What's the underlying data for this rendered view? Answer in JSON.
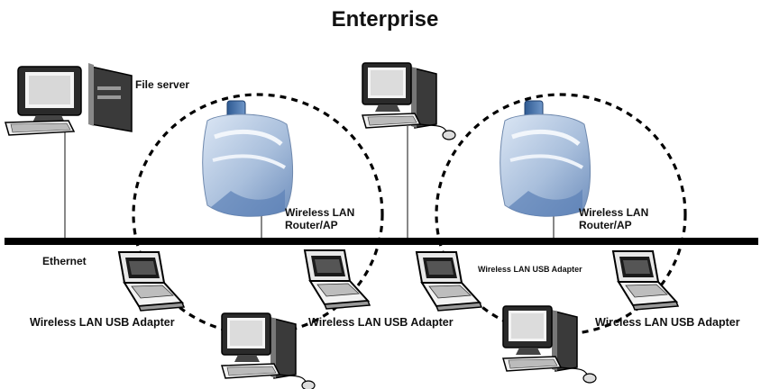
{
  "title": "Enterprise",
  "labels": {
    "file_server": "File server",
    "ethernet": "Ethernet",
    "router_left": [
      "Wireless LAN",
      "Router/AP"
    ],
    "router_right": [
      "Wireless LAN",
      "Router/AP"
    ],
    "adapter_left": "Wireless LAN USB Adapter",
    "adapter_center": "Wireless LAN USB Adapter",
    "adapter_small": "Wireless LAN USB Adapter",
    "adapter_right": "Wireless LAN USB Adapter"
  },
  "icons": [
    "server-icon",
    "desktop-icon",
    "router-icon",
    "laptop-icon",
    "ethernet-cable"
  ]
}
